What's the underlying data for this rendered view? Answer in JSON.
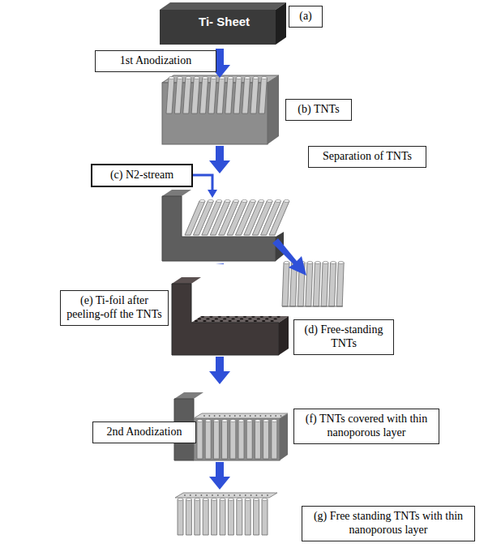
{
  "diagram": {
    "nodes": [
      {
        "text": [
          "Ti- Sheet"
        ]
      },
      {
        "text": [
          "(a)"
        ]
      },
      {
        "text": [
          "1st Anodization"
        ]
      },
      {
        "text": [
          "(b) TNTs"
        ]
      },
      {
        "text": [
          "Separation of TNTs"
        ]
      },
      {
        "text": [
          "(c) N2-stream"
        ]
      },
      {
        "text": [
          "(e) Ti-foil after peeling-off the TNTs"
        ]
      },
      {
        "text": [
          "(d) Free-standing TNTs"
        ]
      },
      {
        "text": [
          "2nd Anodization"
        ]
      },
      {
        "text": [
          "(f) TNTs covered with thin nanoporous layer"
        ]
      },
      {
        "text": [
          "(g) Free standing TNTs with thin nanoporous layer"
        ]
      }
    ]
  }
}
